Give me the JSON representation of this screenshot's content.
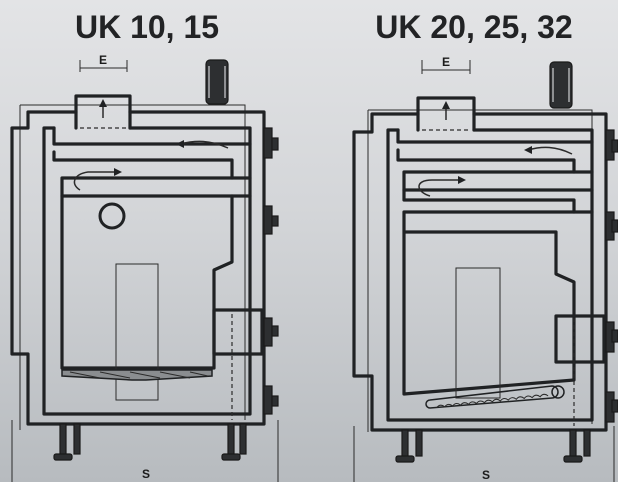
{
  "boilers": [
    {
      "title": "UK 10, 15",
      "dimension_top": "E",
      "dimension_bottom": "S"
    },
    {
      "title": "UK 20, 25, 32",
      "dimension_top": "E",
      "dimension_bottom": "S"
    }
  ],
  "colors": {
    "background_top": "#e3e4e6",
    "background_bottom": "#b7bbbf",
    "line": "#202224"
  },
  "icons": [
    "flue-outlet-arrow-icon",
    "flow-arrow-icon",
    "valve-connector-icon"
  ]
}
